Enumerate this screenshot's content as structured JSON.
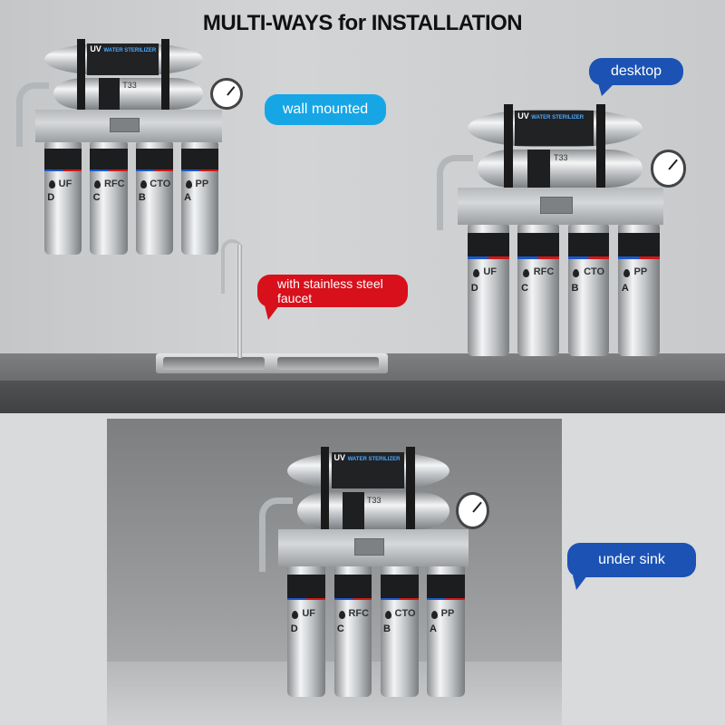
{
  "title": "MULTI-WAYS for INSTALLATION",
  "callouts": {
    "wall": "wall mounted",
    "desktop": "desktop",
    "faucet": "with stainless steel faucet",
    "under_sink": "under sink"
  },
  "product": {
    "uv_brand": "UV",
    "uv_text": "WATER STERILIZER",
    "tube_label": "T33",
    "cartridges": [
      {
        "letter": "D",
        "type": "UF"
      },
      {
        "letter": "C",
        "type": "RFC"
      },
      {
        "letter": "B",
        "type": "CTO"
      },
      {
        "letter": "A",
        "type": "PP"
      }
    ]
  },
  "colors": {
    "wall_bubble": "#16a6e6",
    "blue_bubble": "#1b52b4",
    "red_bubble": "#d8101c"
  }
}
